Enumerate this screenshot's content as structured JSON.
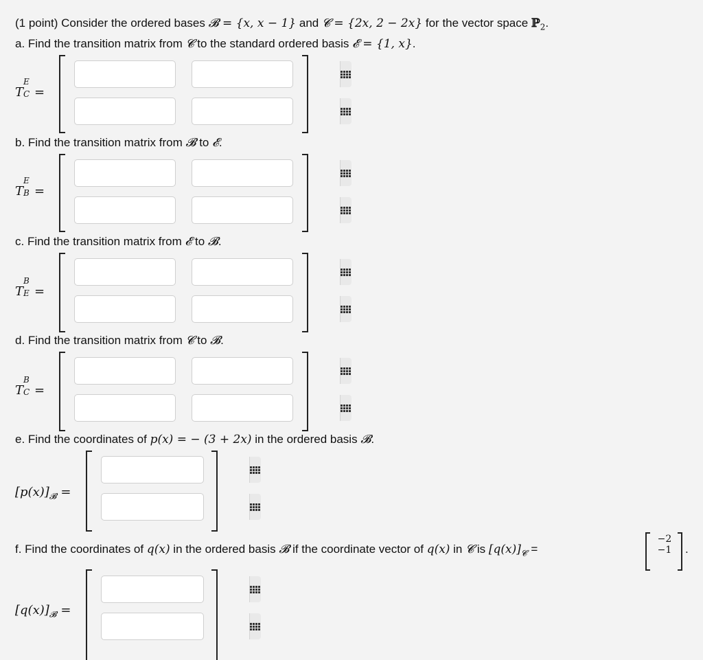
{
  "problem": {
    "intro_prefix": "(1 point) Consider the ordered bases ",
    "intro_B": "𝓑 = {x, x − 1}",
    "intro_and": " and ",
    "intro_C": "𝓒 = {2x, 2 − 2x}",
    "intro_suffix": " for the vector space ",
    "intro_space": "ℙ",
    "intro_space_sub": "2",
    "intro_end": "."
  },
  "parts": {
    "a": {
      "prefix": "a. Find the transition matrix from ",
      "from": "𝓒",
      "mid": " to the standard ordered basis ",
      "to": "𝓔 = {1, x}",
      "end": ".",
      "lhs": "T",
      "lhs_sup": "E",
      "lhs_sub": "C",
      "eq": "="
    },
    "b": {
      "prefix": "b. Find the transition matrix from ",
      "from": "𝓑",
      "mid": " to ",
      "to": "𝓔",
      "end": ".",
      "lhs": "T",
      "lhs_sup": "E",
      "lhs_sub": "B",
      "eq": "="
    },
    "c": {
      "prefix": "c. Find the transition matrix from ",
      "from": "𝓔",
      "mid": " to ",
      "to": "𝓑",
      "end": ".",
      "lhs": "T",
      "lhs_sup": "B",
      "lhs_sub": "E",
      "eq": "="
    },
    "d": {
      "prefix": "d. Find the transition matrix from ",
      "from": "𝓒",
      "mid": " to ",
      "to": "𝓑",
      "end": ".",
      "lhs": "T",
      "lhs_sup": "B",
      "lhs_sub": "C",
      "eq": "="
    },
    "e": {
      "prefix": "e. Find the coordinates of ",
      "expr": "p(x) = − (3 + 2x)",
      "mid": " in the ordered basis ",
      "basis": "𝓑",
      "end": ".",
      "lhs": "[p(x)]",
      "lhs_sub": "𝓑",
      "eq": "="
    },
    "f": {
      "prefix": "f. Find the coordinates of ",
      "expr": "q(x)",
      "mid": " in the ordered basis ",
      "basis": "𝓑",
      "mid2": " if the coordinate vector of ",
      "expr2": "q(x)",
      "mid3": " in ",
      "basis2": "𝓒",
      "mid4": " is ",
      "vec_lhs": "[q(x)]",
      "vec_lhs_sub": "𝓒",
      "vec_eq": "=",
      "vec_vals": [
        "−2",
        "−1"
      ],
      "end": ".",
      "lhs": "[q(x)]",
      "lhs_sub": "𝓑",
      "eq": "="
    }
  },
  "inputs": {
    "value": ""
  },
  "icons": {
    "answer_button": "grid-icon"
  }
}
